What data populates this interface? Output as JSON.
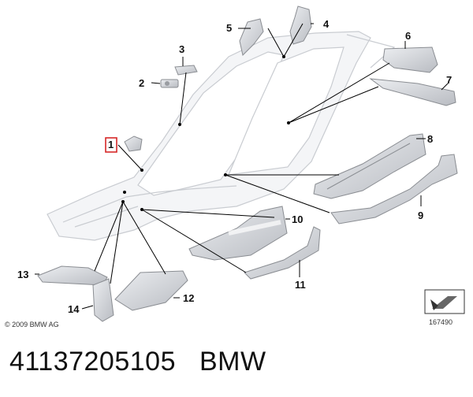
{
  "diagram": {
    "callouts": [
      {
        "id": "1",
        "highlighted": true
      },
      {
        "id": "2"
      },
      {
        "id": "3"
      },
      {
        "id": "4"
      },
      {
        "id": "5"
      },
      {
        "id": "6"
      },
      {
        "id": "7"
      },
      {
        "id": "8"
      },
      {
        "id": "9"
      },
      {
        "id": "10"
      },
      {
        "id": "11"
      },
      {
        "id": "12"
      },
      {
        "id": "13"
      },
      {
        "id": "14"
      }
    ],
    "copyright": "© 2009 BMW AG",
    "figure_number": "167490"
  },
  "caption": {
    "part_number": "41137205105",
    "brand": "BMW"
  },
  "colors": {
    "highlight_box": "#d62828",
    "body_outline": "#c9ccd1",
    "part_fill": "#d9dbdf",
    "part_stroke": "#8a8d92",
    "leader": "#000000"
  }
}
